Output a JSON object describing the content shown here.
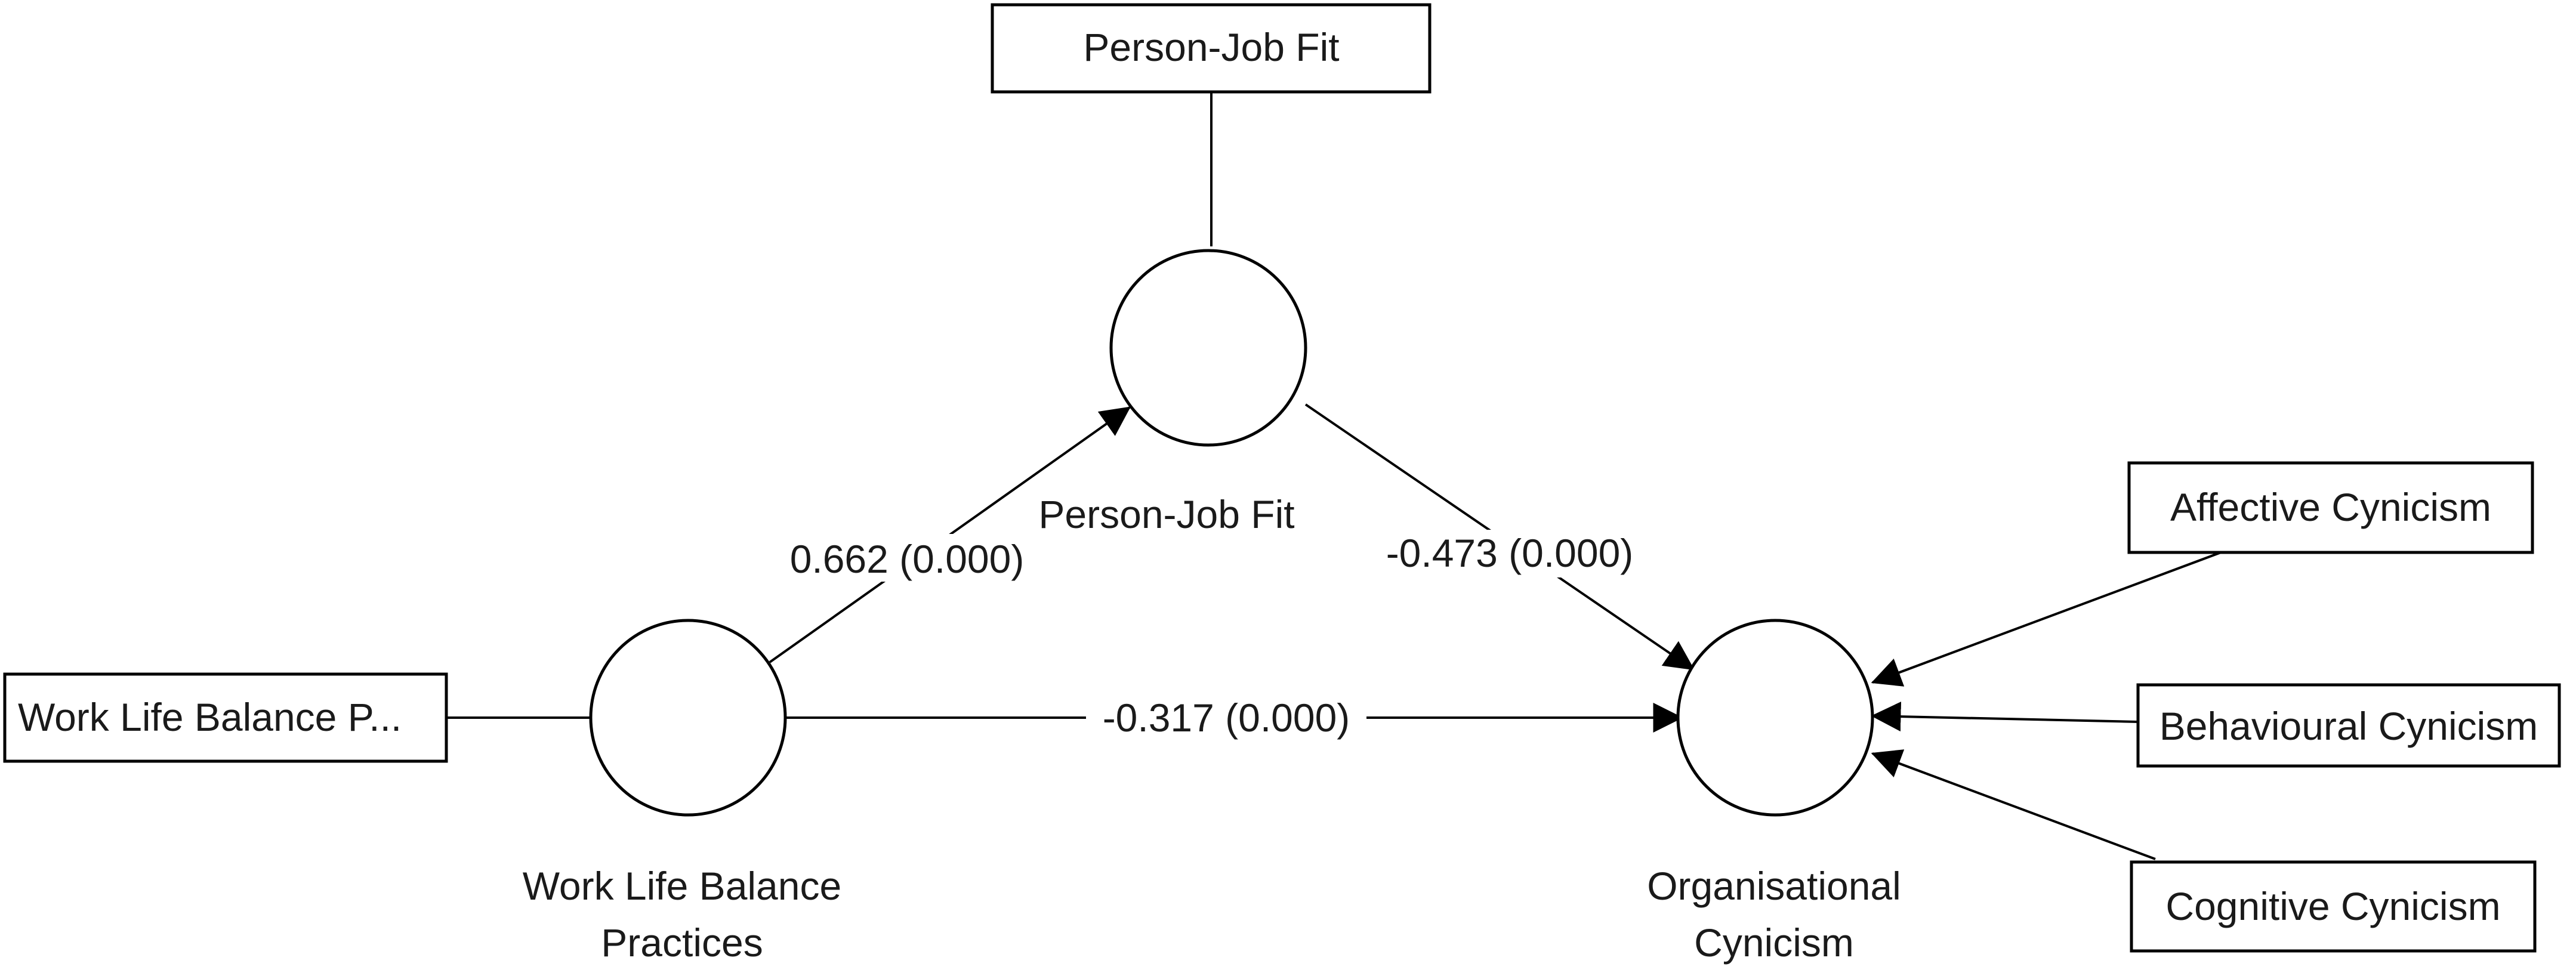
{
  "indicators": {
    "pjf": "Person-Job Fit",
    "wlb": "Work Life Balance P...",
    "affective": "Affective Cynicism",
    "behavioural": "Behavioural Cynicism",
    "cognitive": "Cognitive Cynicism"
  },
  "constructs": {
    "pjf": {
      "label": "Person-Job Fit"
    },
    "wlb": {
      "label_line1": "Work Life Balance",
      "label_line2": "Practices"
    },
    "oc": {
      "label_line1": "Organisational",
      "label_line2": "Cynicism"
    }
  },
  "paths": {
    "wlb_to_pjf": "0.662 (0.000)",
    "pjf_to_oc": "-0.473 (0.000)",
    "wlb_to_oc": "-0.317 (0.000)"
  }
}
